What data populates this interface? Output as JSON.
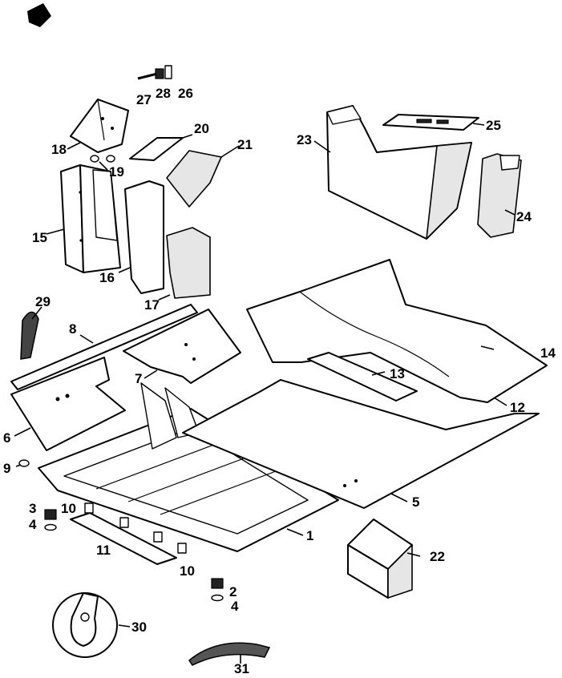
{
  "callouts": {
    "c1": "1",
    "c2": "2",
    "c3": "3",
    "c4a": "4",
    "c4b": "4",
    "c5": "5",
    "c6": "6",
    "c7": "7",
    "c8": "8",
    "c9": "9",
    "c10a": "10",
    "c10b": "10",
    "c11": "11",
    "c12": "12",
    "c13": "13",
    "c14": "14",
    "c15": "15",
    "c16": "16",
    "c17": "17",
    "c18": "18",
    "c19": "19",
    "c20": "20",
    "c21": "21",
    "c22": "22",
    "c23": "23",
    "c24": "24",
    "c25": "25",
    "c26": "26",
    "c27": "27",
    "c28": "28",
    "c29": "29",
    "c30": "30",
    "c31": "31"
  },
  "icons": {
    "corner_marker": "page-corner-marker-icon"
  }
}
